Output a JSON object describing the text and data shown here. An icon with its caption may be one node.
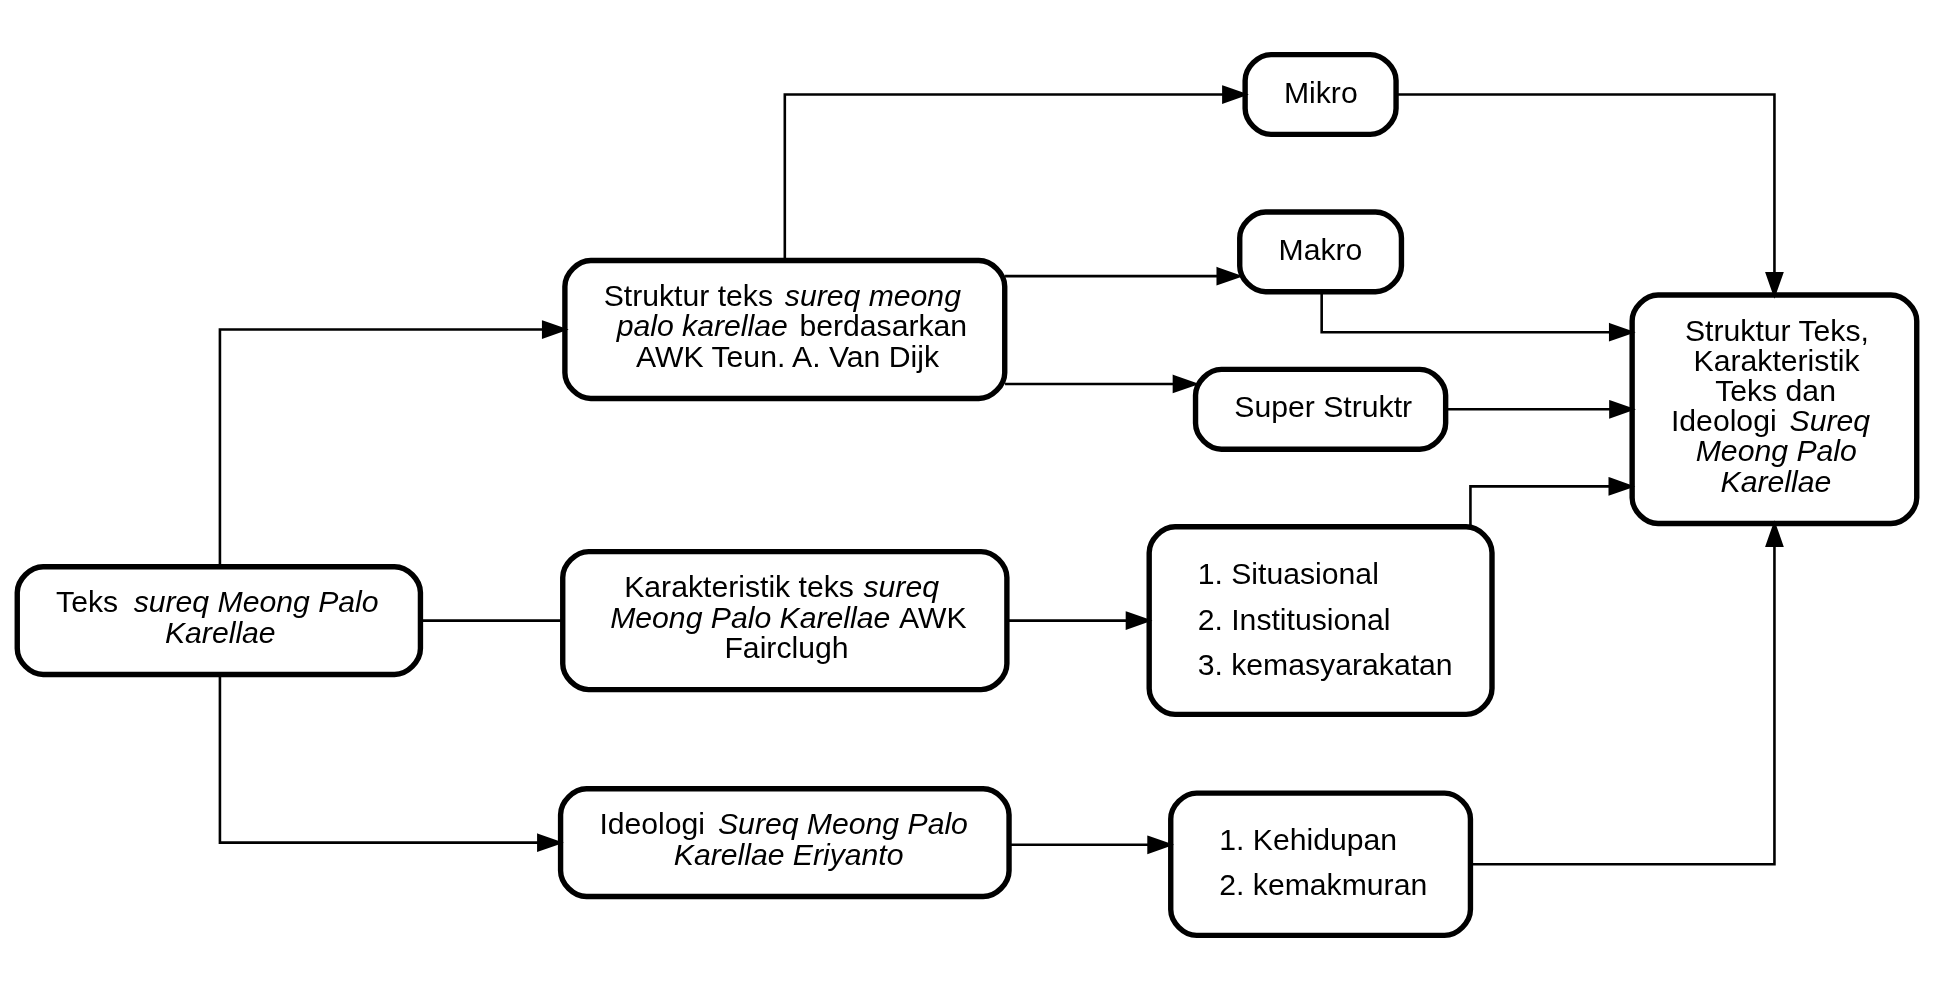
{
  "diagram": {
    "nodes": [
      {
        "text": [
          "Teks *sureq Meong Palo Karellae*"
        ]
      },
      {
        "text": [
          "Struktur teks *sureq meong palo karellae* berdasarkan AWK Teun. A. Van Dijk"
        ]
      },
      {
        "text": [
          "Mikro"
        ]
      },
      {
        "text": [
          "Makro"
        ]
      },
      {
        "text": [
          "Super Struktr"
        ]
      },
      {
        "text": [
          "Karakteristik teks *sureq Meong Palo Karellae* AWK Fairclugh"
        ]
      },
      {
        "text": [
          "1. Situasional",
          "2. Institusional",
          "3. kemasyarakatan"
        ]
      },
      {
        "text": [
          "Struktur Teks, Karakteristik Teks dan Ideologi *Sureq Meong Palo Karellae*"
        ]
      },
      {
        "text": [
          "Ideologi *Sureq Meong Palo Karellae Eriyanto*"
        ]
      },
      {
        "text": [
          "1. Kehidupan",
          "2. kemakmuran"
        ]
      }
    ],
    "edges": [
      {
        "from": 0,
        "to": 1,
        "arrow": "to"
      },
      {
        "from": 0,
        "to": 5,
        "arrow": "none"
      },
      {
        "from": 0,
        "to": 8,
        "arrow": "to"
      },
      {
        "from": 1,
        "to": 2,
        "arrow": "to"
      },
      {
        "from": 1,
        "to": 3,
        "arrow": "to"
      },
      {
        "from": 1,
        "to": 4,
        "arrow": "to"
      },
      {
        "from": 2,
        "to": 7,
        "arrow": "to"
      },
      {
        "from": 3,
        "to": 7,
        "arrow": "to"
      },
      {
        "from": 4,
        "to": 7,
        "arrow": "to"
      },
      {
        "from": 5,
        "to": 6,
        "arrow": "to"
      },
      {
        "from": 6,
        "to": 7,
        "arrow": "to"
      },
      {
        "from": 8,
        "to": 9,
        "arrow": "to"
      },
      {
        "from": 9,
        "to": 7,
        "arrow": "to"
      }
    ]
  }
}
